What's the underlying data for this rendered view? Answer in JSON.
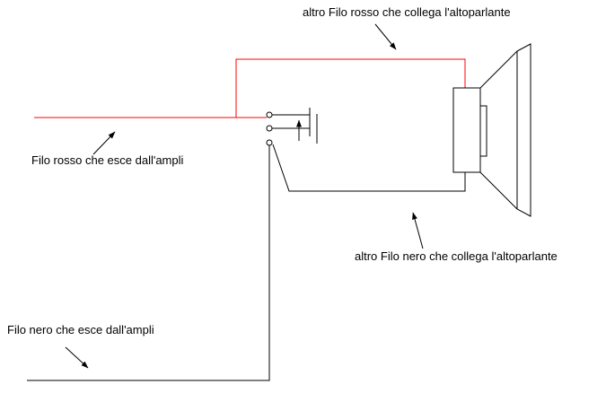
{
  "diagram": {
    "title_implicit": "",
    "labels": {
      "top_red": "altro Filo rosso che collega l'altoparlante",
      "left_red": "Filo rosso che esce dall'ampli",
      "right_black": "altro Filo nero che collega l'altoparlante",
      "bottom_black": "Filo nero che esce dall'ampli"
    },
    "colors": {
      "red_wire": "#ff0000",
      "black_wire": "#000000",
      "background": "#ffffff"
    }
  }
}
